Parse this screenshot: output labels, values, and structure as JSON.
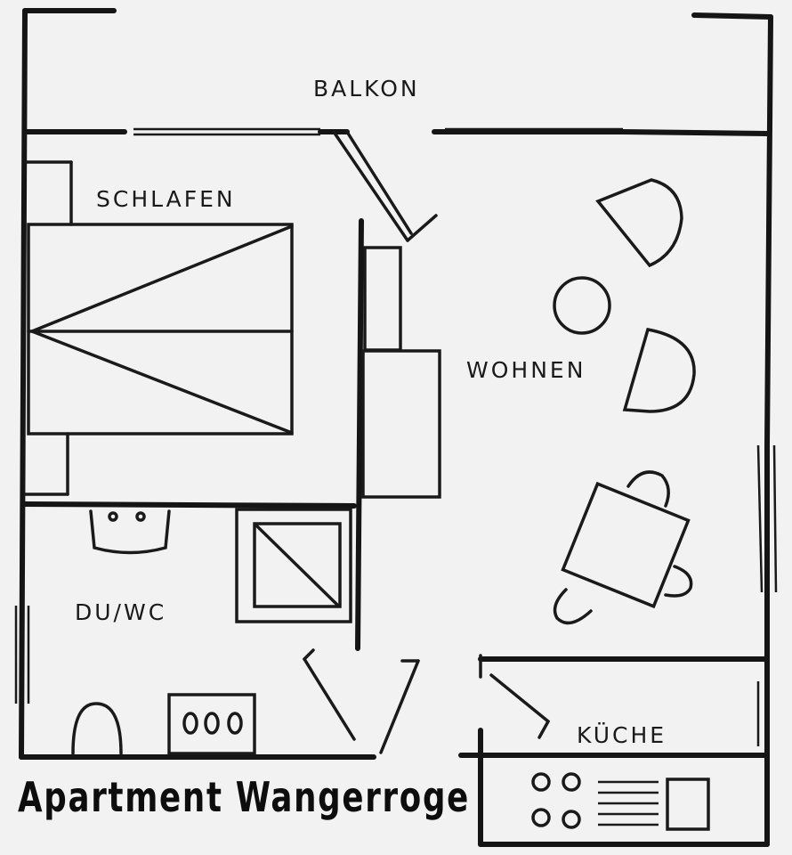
{
  "rooms": {
    "balcony": "BALKON",
    "bedroom": "SCHLAFEN",
    "living": "WOHNEN",
    "bathroom": "DU/WC",
    "kitchen": "KÜCHE"
  },
  "title": {
    "first": "Apartment",
    "second": "Wangerroge"
  }
}
